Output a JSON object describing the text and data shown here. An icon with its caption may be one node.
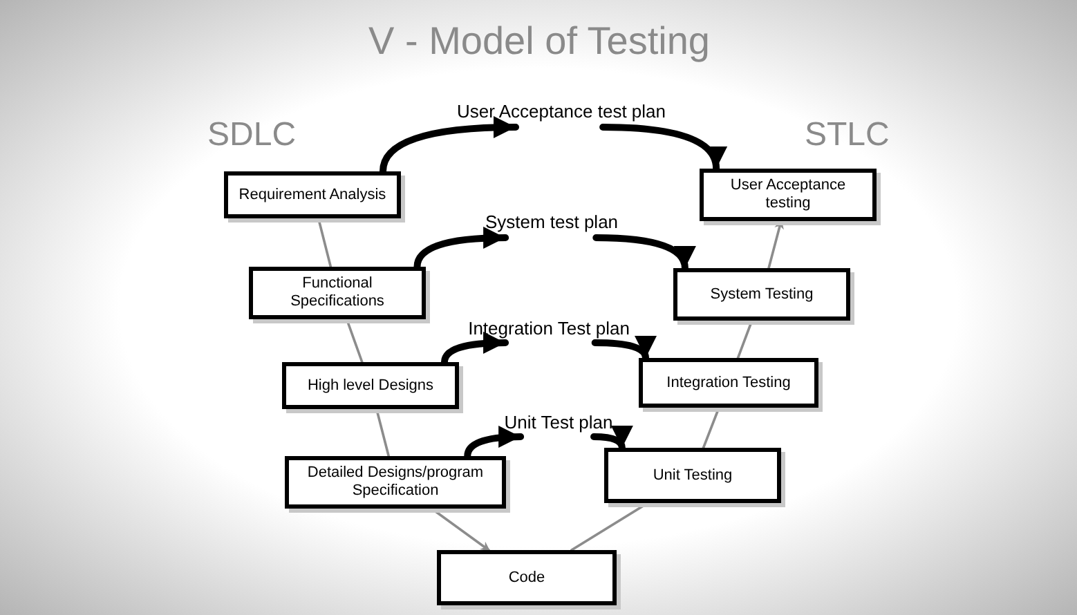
{
  "diagram": {
    "title": "V - Model of Testing",
    "nodes": [
      {
        "text": [
          "Requirement Analysis"
        ]
      },
      {
        "text": [
          "Functional Specifications"
        ]
      },
      {
        "text": [
          "High level Designs"
        ]
      },
      {
        "text": [
          "Detailed Designs/program Specification"
        ]
      },
      {
        "text": [
          "Code"
        ]
      },
      {
        "text": [
          "Unit Testing"
        ]
      },
      {
        "text": [
          "Integration Testing"
        ]
      },
      {
        "text": [
          "System Testing"
        ]
      },
      {
        "text": [
          "User Acceptance testing"
        ]
      },
      {
        "text": [
          "User Acceptance test plan"
        ]
      },
      {
        "text": [
          "System test plan"
        ]
      },
      {
        "text": [
          "Integration Test plan"
        ]
      },
      {
        "text": [
          "Unit Test plan"
        ]
      }
    ],
    "edges": [
      {
        "from": 0,
        "to": 1,
        "arrow": "none",
        "color": "#8c8c8c"
      },
      {
        "from": 1,
        "to": 2,
        "arrow": "none",
        "color": "#8c8c8c"
      },
      {
        "from": 2,
        "to": 3,
        "arrow": "none",
        "color": "#8c8c8c"
      },
      {
        "from": 3,
        "to": 4,
        "arrow": "to",
        "color": "#8c8c8c"
      },
      {
        "from": 4,
        "to": 5,
        "arrow": "none",
        "color": "#8c8c8c"
      },
      {
        "from": 5,
        "to": 6,
        "arrow": "none",
        "color": "#8c8c8c"
      },
      {
        "from": 6,
        "to": 7,
        "arrow": "none",
        "color": "#8c8c8c"
      },
      {
        "from": 7,
        "to": 8,
        "arrow": "to",
        "color": "#8c8c8c"
      },
      {
        "from": 0,
        "to": 9,
        "arrow": "to",
        "style": "thick",
        "color": "#000000"
      },
      {
        "from": 9,
        "to": 8,
        "arrow": "to",
        "style": "thick",
        "color": "#000000"
      },
      {
        "from": 1,
        "to": 10,
        "arrow": "to",
        "style": "thick",
        "color": "#000000"
      },
      {
        "from": 10,
        "to": 7,
        "arrow": "to",
        "style": "thick",
        "color": "#000000"
      },
      {
        "from": 2,
        "to": 11,
        "arrow": "to",
        "style": "thick",
        "color": "#000000"
      },
      {
        "from": 11,
        "to": 6,
        "arrow": "to",
        "style": "thick",
        "color": "#000000"
      },
      {
        "from": 3,
        "to": 12,
        "arrow": "to",
        "style": "thick",
        "color": "#000000"
      },
      {
        "from": 12,
        "to": 5,
        "arrow": "to",
        "style": "thick",
        "color": "#000000"
      }
    ],
    "labels": [
      "SDLC",
      "STLC"
    ]
  }
}
